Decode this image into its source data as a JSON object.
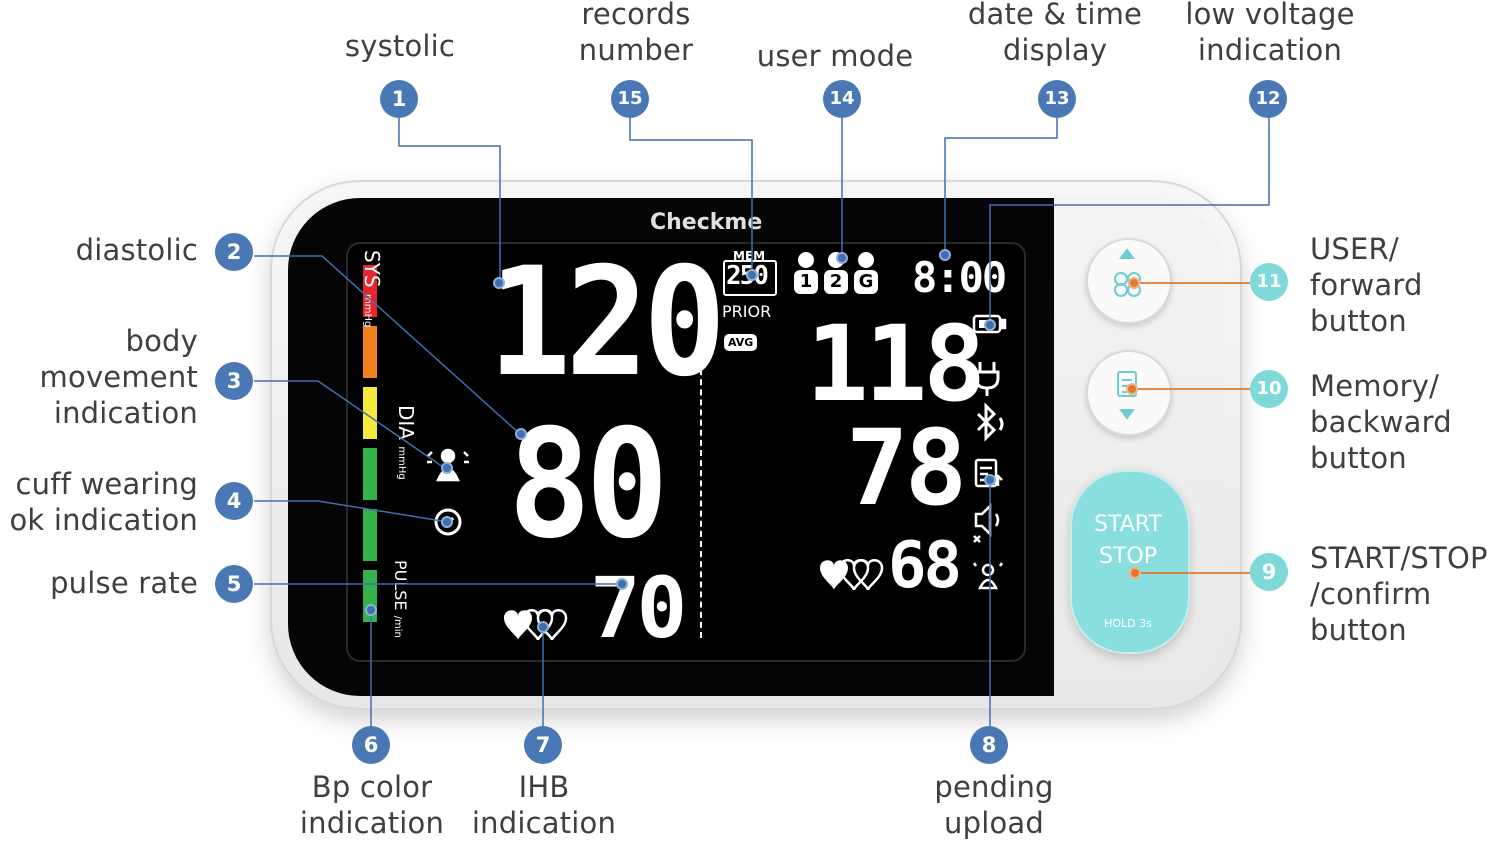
{
  "device": {
    "brand": "Checkme",
    "screen": {
      "sys_label": "SYS",
      "sys_unit": "mmHg",
      "dia_label": "DIA",
      "dia_unit": "mmHg",
      "pulse_label": "PULSE",
      "pulse_unit": "/min",
      "systolic_value": "120",
      "diastolic_value": "80",
      "pulse_value": "70",
      "mem_label": "MEM",
      "records_value": "250",
      "prior_label": "PRIOR",
      "avg_label": "AVG",
      "user_numbers": [
        "1",
        "2",
        "G"
      ],
      "time_value": "8:00",
      "right_sys_value": "118",
      "right_dia_value": "78",
      "right_pulse_value": "68"
    },
    "start_button": {
      "line1": "START",
      "line2": "STOP",
      "hold": "HOLD 3s"
    },
    "bp_color_bar": [
      "#e8252b",
      "#f2821f",
      "#f7e93a",
      "#33b34a",
      "#33b34a",
      "#33b34a"
    ]
  },
  "callouts": [
    {
      "number": "1",
      "label": "systolic"
    },
    {
      "number": "2",
      "label": "diastolic"
    },
    {
      "number": "3",
      "label": "body\nmovement\nindication"
    },
    {
      "number": "4",
      "label": "cuff wearing\nok indication"
    },
    {
      "number": "5",
      "label": "pulse rate"
    },
    {
      "number": "6",
      "label": "Bp color\nindication"
    },
    {
      "number": "7",
      "label": "IHB\nindication"
    },
    {
      "number": "8",
      "label": "pending\nupload"
    },
    {
      "number": "9",
      "label": "START/STOP\n/confirm\nbutton"
    },
    {
      "number": "10",
      "label": "Memory/\nbackward\nbutton"
    },
    {
      "number": "11",
      "label": "USER/\nforward\nbutton"
    },
    {
      "number": "12",
      "label": "low voltage\nindication"
    },
    {
      "number": "13",
      "label": "date & time\ndisplay"
    },
    {
      "number": "14",
      "label": "user mode"
    },
    {
      "number": "15",
      "label": "records\nnumber"
    }
  ],
  "colors": {
    "callout_blue": "#4a78b5",
    "callout_teal": "#7fd9d8",
    "line_blue": "#3f6fb0",
    "line_orange": "#e07a2e"
  }
}
